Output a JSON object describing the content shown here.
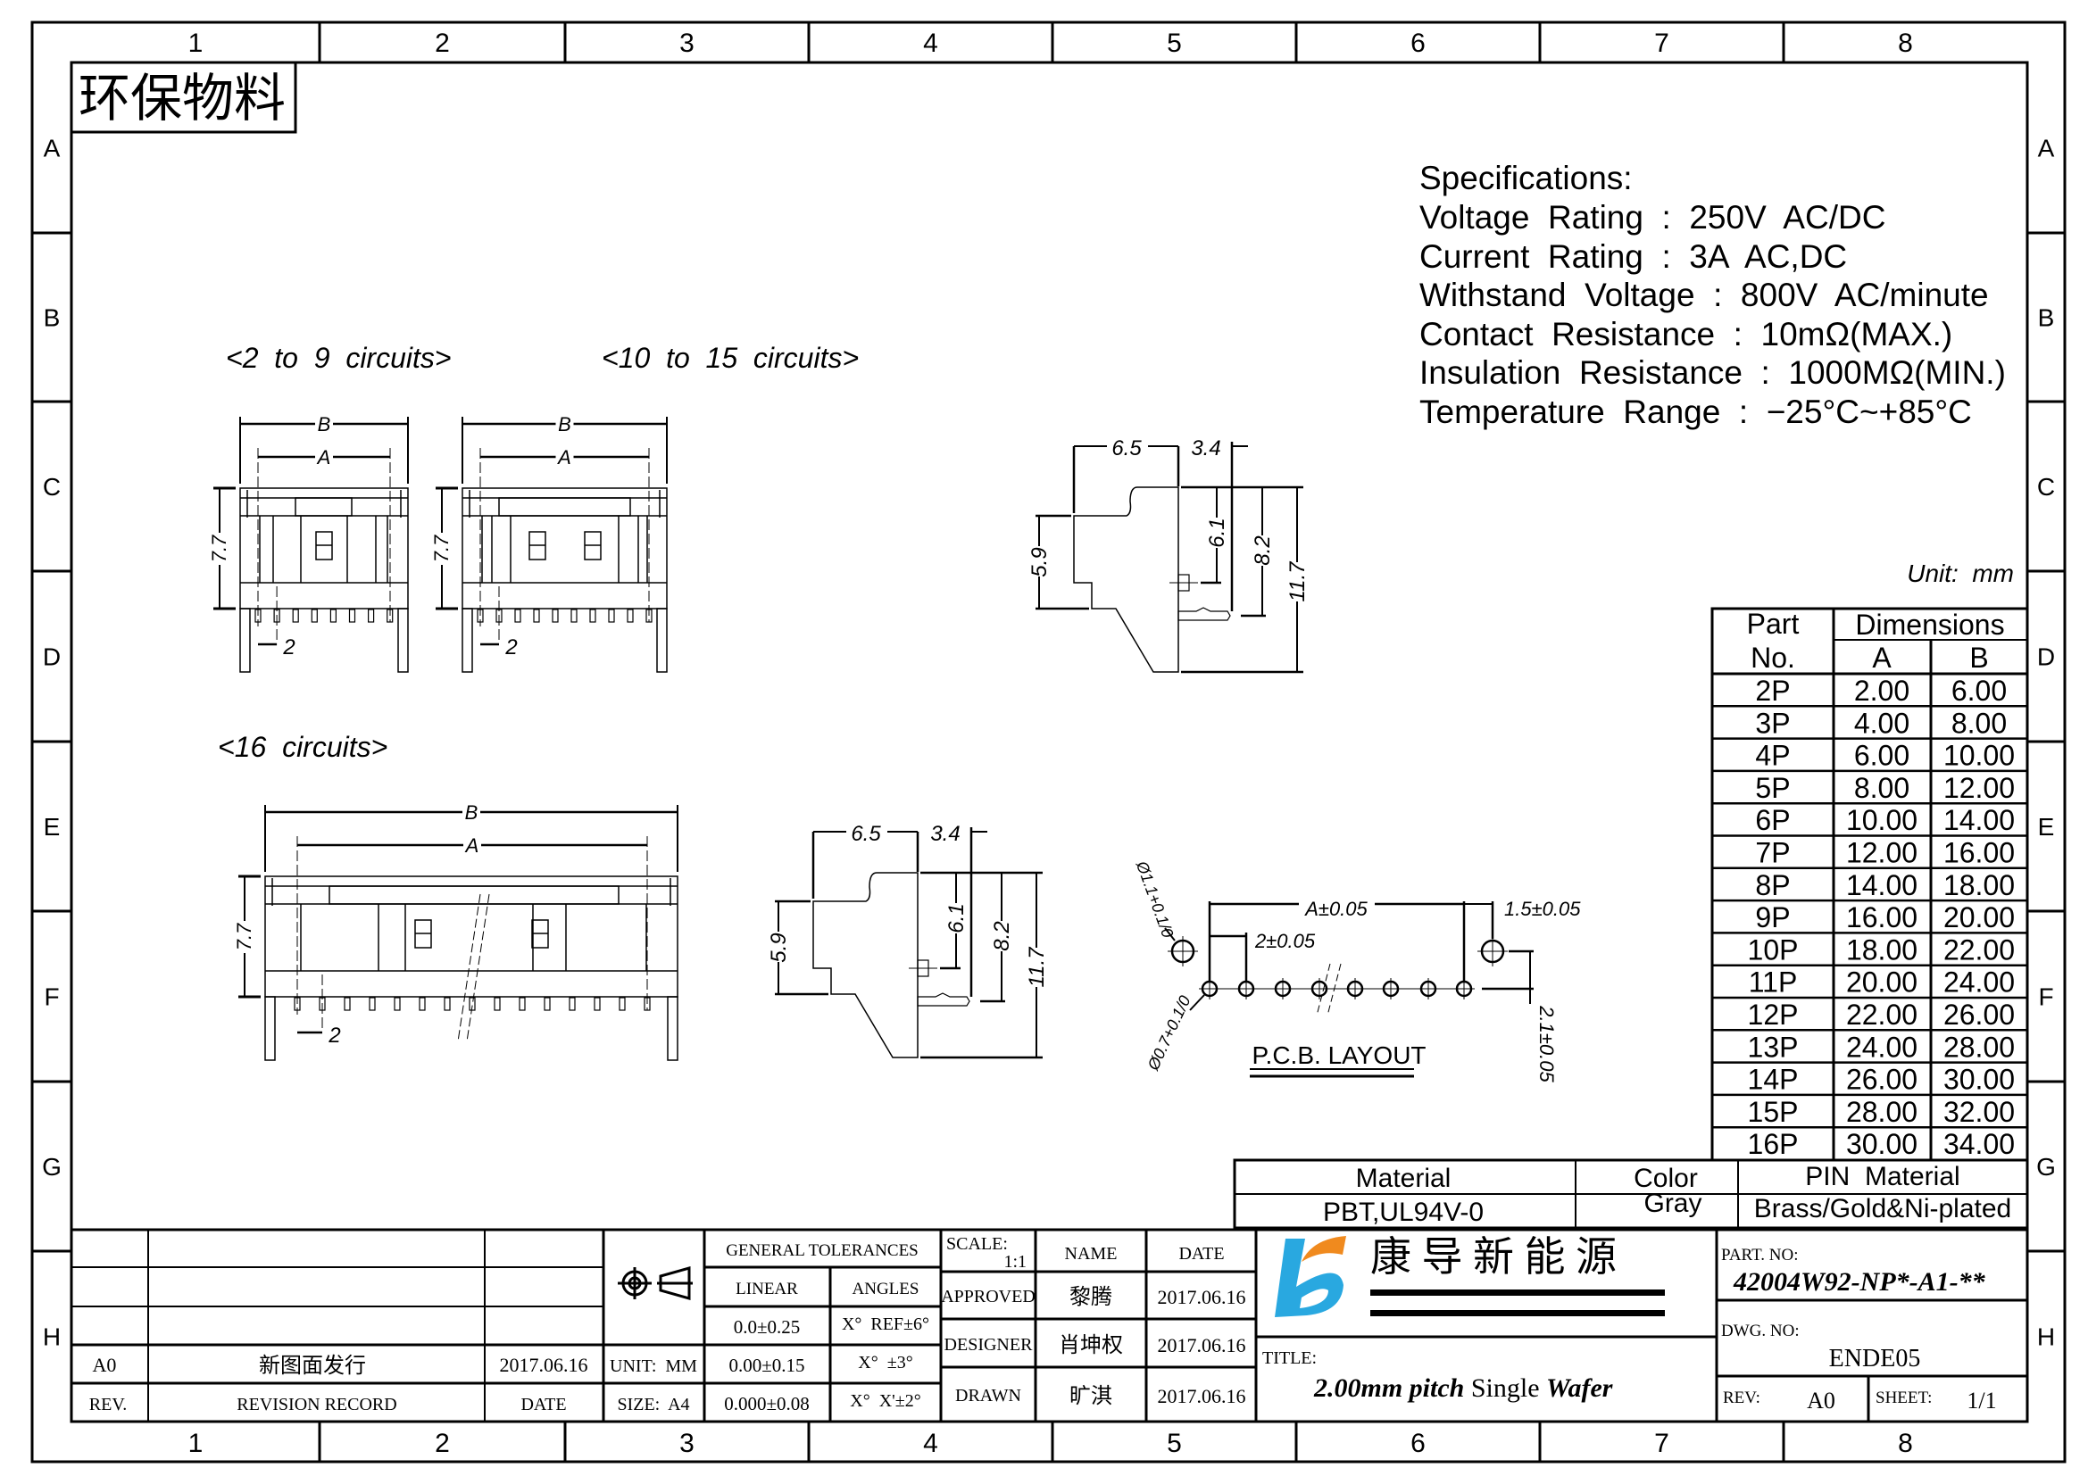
{
  "border": {
    "columns": [
      "1",
      "2",
      "3",
      "4",
      "5",
      "6",
      "7",
      "8"
    ],
    "rows": [
      "A",
      "B",
      "C",
      "D",
      "E",
      "F",
      "G",
      "H"
    ]
  },
  "stamp": "环保物料",
  "specifications": {
    "heading": "Specifications:",
    "lines": [
      "Voltage  Rating  :  250V  AC/DC",
      "Current  Rating  :  3A  AC,DC",
      "Withstand  Voltage  :  800V  AC/minute",
      "Contact  Resistance  :  10mΩ(MAX.)",
      "Insulation  Resistance  :  1000MΩ(MIN.)",
      "Temperature  Range  :  −25°C~+85°C"
    ]
  },
  "unit_label": "Unit:  mm",
  "views": {
    "label_2_9": "<2  to  9  circuits>",
    "label_10_15": "<10  to  15  circuits>",
    "label_16": "<16  circuits>",
    "dim_B": "B",
    "dim_A": "A",
    "dim_height": "7.7",
    "dim_pitch": "2",
    "side": {
      "d65": "6.5",
      "d34": "3.4",
      "d59": "5.9",
      "d61": "6.1",
      "d82": "8.2",
      "d117": "11.7"
    },
    "pcb": {
      "title": "P.C.B.  LAYOUT",
      "a_tol": "A±0.05",
      "pitch_tol": "2±0.05",
      "offset_tol": "1.5±0.05",
      "row_tol": "2.1±0.05",
      "hole_large": "Ø1.1+0.1/0",
      "hole_small": "Ø0.7+0.1/0"
    }
  },
  "dimensions_table": {
    "header_part": "Part",
    "header_no": "No.",
    "header_dims": "Dimensions",
    "header_a": "A",
    "header_b": "B",
    "rows": [
      [
        "2P",
        "2.00",
        "6.00"
      ],
      [
        "3P",
        "4.00",
        "8.00"
      ],
      [
        "4P",
        "6.00",
        "10.00"
      ],
      [
        "5P",
        "8.00",
        "12.00"
      ],
      [
        "6P",
        "10.00",
        "14.00"
      ],
      [
        "7P",
        "12.00",
        "16.00"
      ],
      [
        "8P",
        "14.00",
        "18.00"
      ],
      [
        "9P",
        "16.00",
        "20.00"
      ],
      [
        "10P",
        "18.00",
        "22.00"
      ],
      [
        "11P",
        "20.00",
        "24.00"
      ],
      [
        "12P",
        "22.00",
        "26.00"
      ],
      [
        "13P",
        "24.00",
        "28.00"
      ],
      [
        "14P",
        "26.00",
        "30.00"
      ],
      [
        "15P",
        "28.00",
        "32.00"
      ],
      [
        "16P",
        "30.00",
        "34.00"
      ]
    ]
  },
  "material": {
    "material_label": "Material",
    "material_value": "PBT,UL94V-0",
    "color_label": "Color",
    "color_value": "Gray",
    "pin_label": "PIN  Material",
    "pin_value": "Brass/Gold&Ni-plated"
  },
  "title_block": {
    "rev_value": "A0",
    "revision_record_value": "新图面发行",
    "revision_date": "2017.06.16",
    "rev_header": "REV.",
    "revision_record_header": "REVISION RECORD",
    "date_header": "DATE",
    "unit": "UNIT:  MM",
    "size": "SIZE:  A4",
    "general_tolerances": "GENERAL TOLERANCES",
    "linear": "LINEAR",
    "angles": "ANGLES",
    "tol_linear": [
      "0.0±0.25",
      "0.00±0.15",
      "0.000±0.08"
    ],
    "tol_angles": [
      "X°  REF±6°",
      "X°  ±3°",
      "X°  X'±2°"
    ],
    "scale_label": "SCALE:",
    "scale_value": "1:1",
    "name_header": "NAME",
    "date_col_header": "DATE",
    "approved": "APPROVED",
    "approved_name": "黎腾",
    "approved_date": "2017.06.16",
    "designer": "DESIGNER",
    "designer_name": "肖坤权",
    "designer_date": "2017.06.16",
    "drawn": "DRAWN",
    "drawn_name": "旷淇",
    "drawn_date": "2017.06.16",
    "company_name": "康 导 新 能 源",
    "title_label": "TITLE:",
    "title_part1": "2.00mm pitch",
    "title_part2": "Single",
    "title_part3": "Wafer",
    "part_no_label": "PART. NO:",
    "part_no": "42004W92-NP*-A1-**",
    "dwg_no_label": "DWG. NO:",
    "dwg_no": "ENDE05",
    "rev_label": "REV:",
    "rev": "A0",
    "sheet_label": "SHEET:",
    "sheet": "1/1"
  },
  "colors": {
    "logo_blue": "#29a8e0",
    "logo_orange": "#f08a1e"
  }
}
